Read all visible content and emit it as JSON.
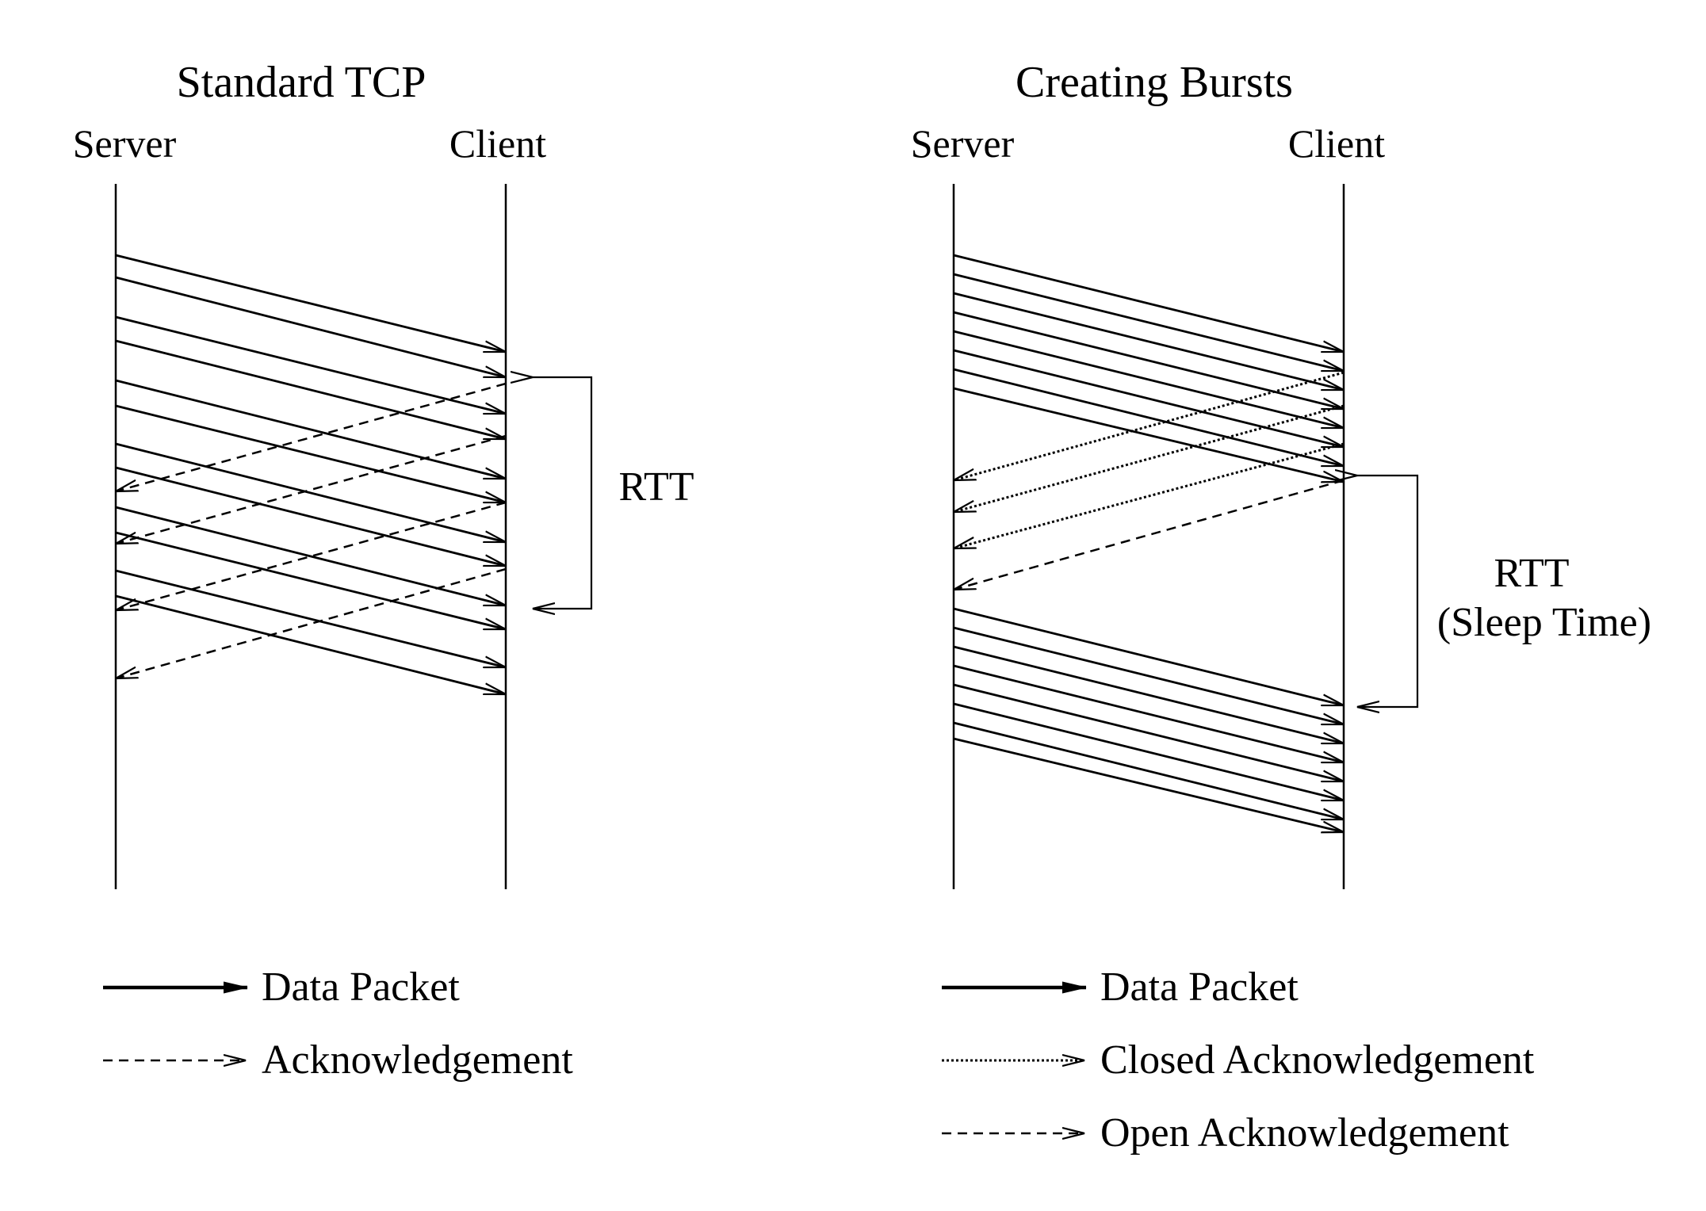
{
  "left_panel": {
    "title": "Standard TCP",
    "server_label": "Server",
    "client_label": "Client",
    "rtt_label": "RTT",
    "legend": {
      "data": "Data Packet",
      "ack": "Acknowledgement"
    }
  },
  "right_panel": {
    "title": "Creating Bursts",
    "server_label": "Server",
    "client_label": "Client",
    "rtt_label": "RTT",
    "rtt_sublabel": "(Sleep Time)",
    "legend": {
      "data": "Data Packet",
      "closed_ack": "Closed Acknowledgement",
      "open_ack": "Open Acknowledgement"
    }
  },
  "colors": {
    "ink": "#000000",
    "background": "#ffffff"
  }
}
